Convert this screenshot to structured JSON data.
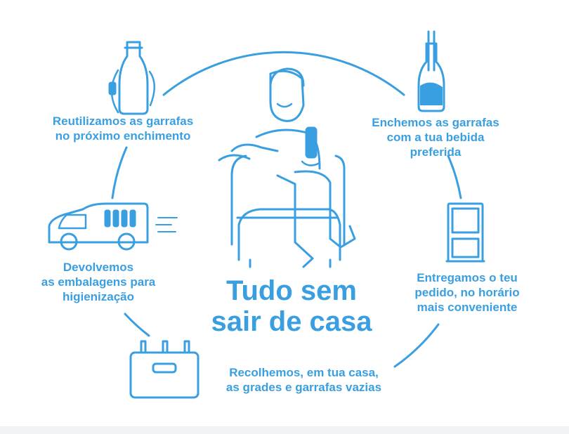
{
  "diagram": {
    "center_title": "Tudo sem\nsair de casa",
    "steps": [
      {
        "label": "Reutilizamos as garrafas\nno próximo enchimento",
        "icon": "bottle-icon"
      },
      {
        "label": "Enchemos as garrafas\ncom a tua bebida\npreferida",
        "icon": "filling-bottle-icon"
      },
      {
        "label": "Entregamos o teu\npedido, no horário\nmais conveniente",
        "icon": "door-icon"
      },
      {
        "label": "Recolhemos, em tua casa,\nas grades e garrafas vazias",
        "icon": "bottle-crate-icon"
      },
      {
        "label": "Devolvemos\nas embalagens para\nhigienização",
        "icon": "delivery-van-icon"
      }
    ],
    "center_icon": "person-in-armchair-icon",
    "colors": {
      "accent": "#3a9fe0",
      "background": "#ffffff"
    }
  }
}
